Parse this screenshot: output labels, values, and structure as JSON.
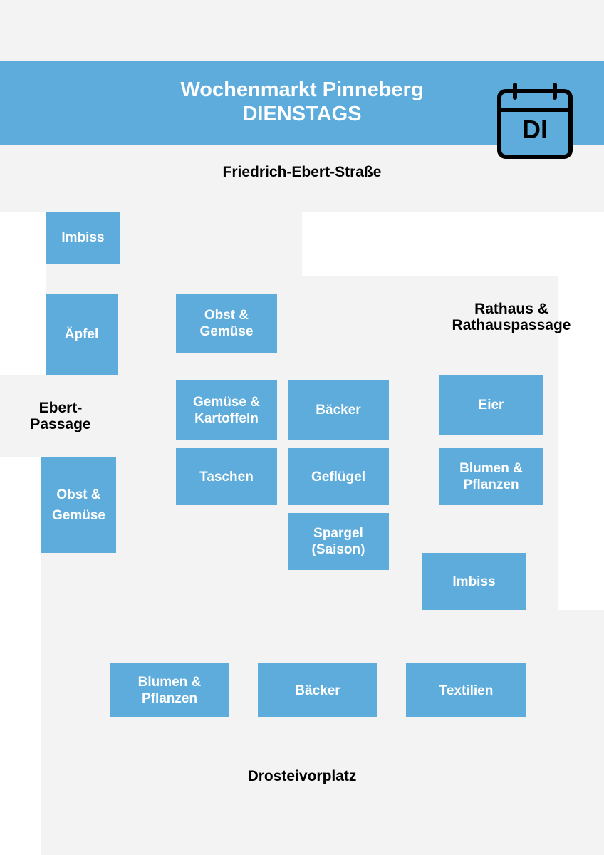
{
  "header": {
    "title": "Wochenmarkt Pinneberg",
    "subtitle": "DIENSTAGS",
    "day_badge": "DI"
  },
  "colors": {
    "accent": "#5eacdc",
    "ground": "#f3f3f3"
  },
  "places": {
    "north": "Friedrich-Ebert-Straße",
    "east": "Rathaus &\nRathauspassage",
    "west": "Ebert-\nPassage",
    "south": "Drosteivorplatz"
  },
  "stalls": [
    "Imbiss",
    "Äpfel",
    "Obst &\nGemüse",
    "Gemüse &\nKartoffeln",
    "Bäcker",
    "Taschen",
    "Geflügel",
    "Spargel\n(Saison)",
    "Eier",
    "Blumen &\nPflanzen",
    "Obst &\nGemüse",
    "Imbiss",
    "Blumen &\nPflanzen",
    "Bäcker",
    "Textilien"
  ]
}
